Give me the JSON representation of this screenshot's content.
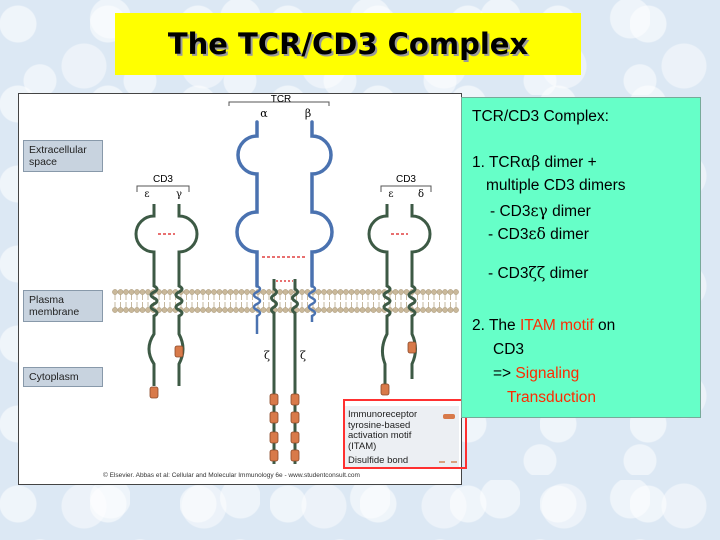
{
  "title": "The TCR/CD3 Complex",
  "figure": {
    "tcr_label": "TCR",
    "alpha": "α",
    "beta": "β",
    "cd3_left_label": "CD3",
    "cd3_left_eps": "ε",
    "cd3_left_gamma": "γ",
    "cd3_right_label": "CD3",
    "cd3_right_eps": "ε",
    "cd3_right_delta": "δ",
    "zeta_left": "ζ",
    "zeta_right": "ζ",
    "extracellular": "Extracellular space",
    "plasma_membrane": "Plasma membrane",
    "cytoplasm": "Cytoplasm",
    "legend_itam": "Immunoreceptor tyrosine-based activation motif (ITAM)",
    "legend_disulfide": "Disulfide bond",
    "credit": "© Elsevier. Abbas et al: Cellular and Molecular Immunology 6e - www.studentconsult.com",
    "colors": {
      "tcr_chain": "#4a72b0",
      "cd3_chain": "#3d5a45",
      "itam": "#d87a4a",
      "disulfide": "#e04040",
      "lipid": "#c9b89a"
    }
  },
  "info": {
    "heading": "TCR/CD3 Complex:",
    "item1_prefix": "1. TCR",
    "item1_greek": "αβ",
    "item1_suffix": " dimer +",
    "item1_line2": "multiple CD3 dimers",
    "eg_prefix": "- CD3",
    "eg_greek": "εγ",
    "eg_suffix": " dimer",
    "ed_prefix": "- CD3",
    "ed_greek": "εδ",
    "ed_suffix": " dimer",
    "zz_prefix": "- CD3",
    "zz_greek": "ζζ",
    "zz_suffix": " dimer",
    "item2_prefix": "2. The ",
    "item2_red": "ITAM motif",
    "item2_suffix": " on",
    "item2_line2": "CD3",
    "arrow": "=> ",
    "signaling": "Signaling",
    "transduction": "Transduction",
    "highlight_color": "#ff2a00",
    "box_color": "#66ffc8"
  }
}
